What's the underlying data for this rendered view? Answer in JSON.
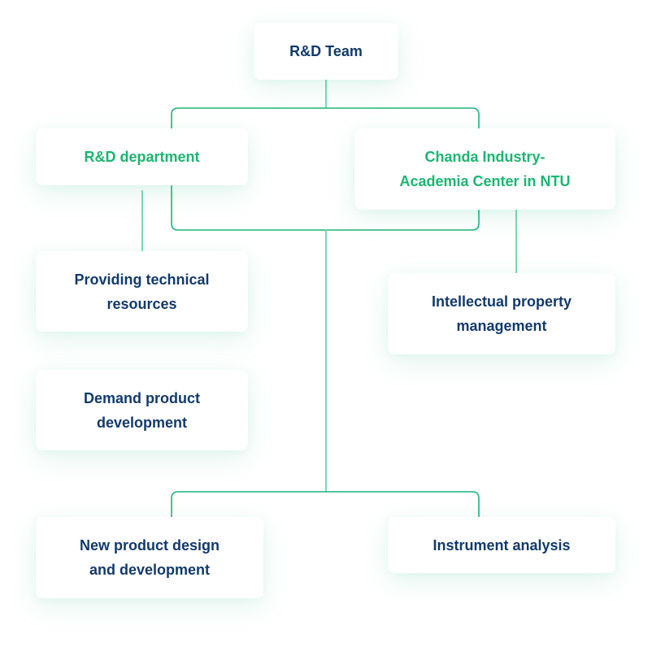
{
  "colors": {
    "primary_text": "#123a6b",
    "accent_text": "#1cb572",
    "connector": "#1db47a",
    "trunk": "#7dd8b0"
  },
  "nodes": {
    "root": {
      "label": "R&D Team"
    },
    "rd_department": {
      "label": "R&D department"
    },
    "chanda_center": {
      "label": "Chanda Industry-Academia Center in NTU",
      "lines": [
        "Chanda Industry-",
        "Academia Center in NTU"
      ]
    },
    "providing_technical": {
      "lines": [
        "Providing technical",
        "resources"
      ]
    },
    "demand_product": {
      "lines": [
        "Demand product",
        "development"
      ]
    },
    "intellectual_property": {
      "lines": [
        "Intellectual property",
        "management"
      ]
    },
    "new_product_design": {
      "lines": [
        "New product design",
        "and development"
      ]
    },
    "instrument_analysis": {
      "label": "Instrument analysis"
    }
  }
}
